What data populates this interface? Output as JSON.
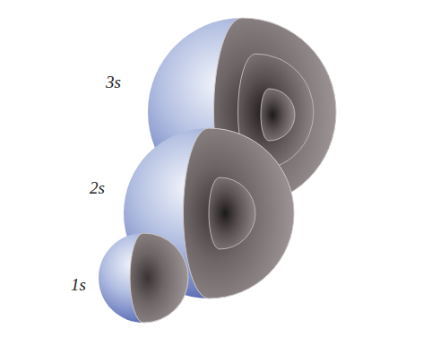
{
  "diagram": {
    "labels": [
      "3s",
      "2s",
      "1s"
    ]
  }
}
